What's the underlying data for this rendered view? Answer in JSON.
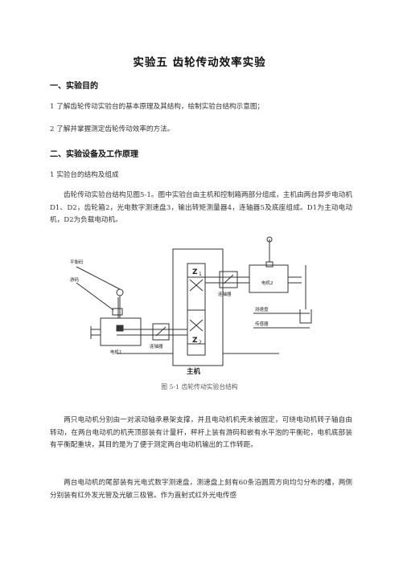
{
  "title": "实验五   齿轮传动效率实验",
  "sections": [
    {
      "heading": "一、实验目的"
    },
    {
      "heading": "二、实验设备及工作原理"
    }
  ],
  "objectives": [
    "1 了解齿轮传动实验台的基本原理及其结构，绘制实验台结构示意图；",
    "2 了解并掌握测定齿轮传动效率的方法。"
  ],
  "subsection": "1 实验台的结构及组成",
  "paragraph1": "齿轮传动实验台结构见图5-1。图中实验台由主机和控制箱两部分组成，主机由两台异步电动机D1、D2，齿轮箱2，光电数字测速盘3，输出转矩测量器4，连轴器5及底座组成。D1为主动电动机，D2为负载电动机。",
  "figure": {
    "labels": {
      "balance": "平衡码",
      "slider": "游码",
      "motor1": "电机1",
      "coupling1": "连轴器",
      "z1": "Z",
      "z1_sub": "1",
      "z2": "Z",
      "z2_sub": "2",
      "coupling2": "连轴器",
      "motor2": "电机2",
      "speed_disc": "测速盘",
      "sensor": "传感器",
      "main_unit": "主机"
    },
    "caption": "图 5-1 齿轮传动实验台结构"
  },
  "paragraph2": "两只电动机分别由一对滚动轴承悬架支撑，并且电动机机壳未被固定，可绕电动机转子轴自由转动，在两台电动机的机壳顶部装有计量杆，秤杆上装有游码和嵌有水平泡的平衡砣，电机底部装有平衡配重块，其目的是为了便于测定两台电动机输出的工作转距。",
  "paragraph3": "两台电动机的尾部装有光电式数字测速盘，测速盘上刻有60条沿圆周方向均匀分布的槽，两侧分别装有红外发光管及光敏三极管。作为直射式红外光电传感"
}
